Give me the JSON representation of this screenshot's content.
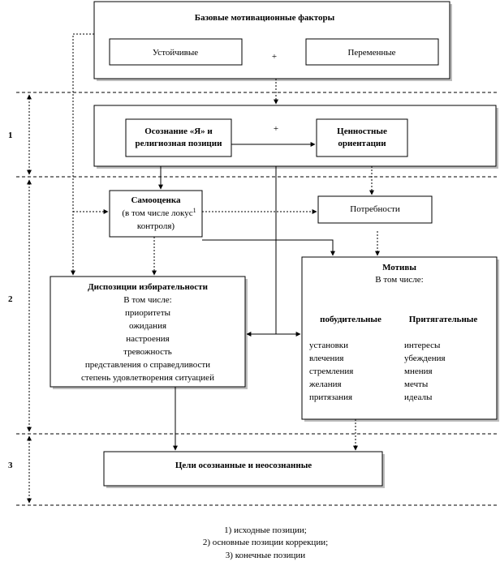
{
  "base_factors": {
    "title": "Базовые мотивационные факторы",
    "stable": "Устойчивые",
    "plus": "+",
    "variable": "Переменные"
  },
  "levels": [
    "1",
    "2",
    "3"
  ],
  "awareness": {
    "line1": "Осознание «Я» и",
    "line2": "религиозная позиции",
    "plus": "+"
  },
  "values": {
    "line1": "Ценностные",
    "line2": "ориентации"
  },
  "self_esteem": {
    "title": "Самооценка",
    "line2": "(в том числе локус",
    "sup": "1",
    "line3": "контроля)"
  },
  "needs": "Потребности",
  "dispositions": {
    "title": "Диспозиции избирательности",
    "subtitle": "В том числе:",
    "items": [
      "приоритеты",
      "ожидания",
      "настроения",
      "тревожность",
      "представления о справедливости",
      "степень удовлетворения ситуацией"
    ]
  },
  "motives": {
    "title": "Мотивы",
    "subtitle": "В том числе:",
    "col1_header": "побудительные",
    "col2_header": "Притягательные",
    "col1": [
      "установки",
      "влечения",
      "стремления",
      "желания",
      "притязания"
    ],
    "col2": [
      "интересы",
      "убеждения",
      "мнения",
      "мечты",
      "идеалы"
    ]
  },
  "goals": "Цели осознанные и неосознанные",
  "footnotes": [
    "1) исходные позиции;",
    "2) основные позиции коррекции;",
    "3) конечные позиции"
  ]
}
